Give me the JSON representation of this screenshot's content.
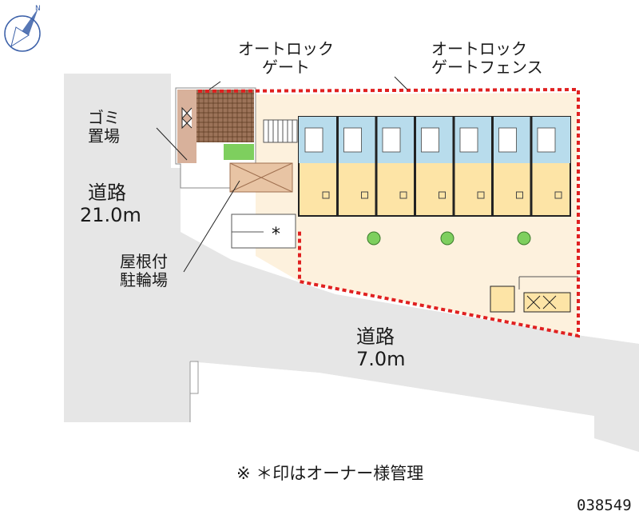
{
  "labels": {
    "autolock_gate": "オートロック\nゲート",
    "autolock_gate_fence": "オートロック\nゲートフェンス",
    "trash": "ゴミ\n置場",
    "road_wide_name": "道路",
    "road_wide_width": "21.0m",
    "bike_parking": "屋根付\n駐輪場",
    "road_narrow_name": "道路",
    "road_narrow_width": "7.0m",
    "asterisk": "*",
    "note": "※ ＊印はオーナー様管理",
    "property_code": "038549"
  },
  "compass": {
    "north_label": "N"
  },
  "colors": {
    "road": "#e6e6e6",
    "building_blue": "#b8dcec",
    "building_yellow": "#fde4a6",
    "lot": "#fdf1dd",
    "fence_red": "#e02020",
    "gate_brown": "#8b5a3c",
    "bike_roof": "#e8c4a4",
    "plant_green": "#7ecf5e"
  }
}
